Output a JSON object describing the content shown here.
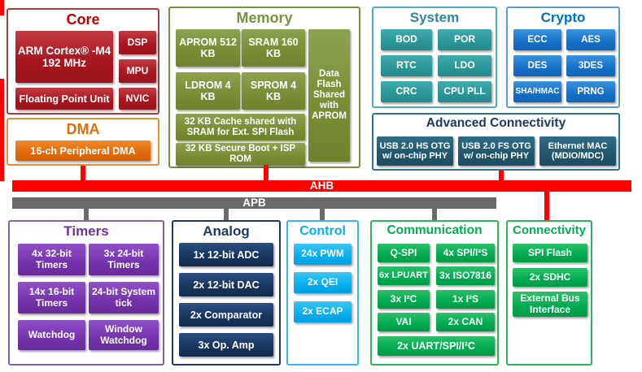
{
  "colors": {
    "core_accent": "#C00000",
    "core_box": "#A8171F",
    "dma_accent": "#E36C0A",
    "memory_accent": "#76923C",
    "memory_box": "#798E35",
    "system_accent": "#31849B",
    "system_box": "#2B9698",
    "crypto_accent": "#0070C0",
    "crypto_box": "#156FC8",
    "adv_conn_accent": "#1F3864",
    "adv_conn_box": "#21576D",
    "ahb_bus": "#FF0000",
    "apb_bus": "#6A6A6A",
    "timers_accent": "#7030A0",
    "timers_box": "#7533AB",
    "analog_accent": "#1F3864",
    "analog_box": "#17375E",
    "control_accent": "#00B0F0",
    "communication_accent": "#00B050",
    "connectivity_accent": "#00B050"
  },
  "core": {
    "title": "Core",
    "cpu": "ARM Cortex® -M4 192 MHz",
    "dsp": "DSP",
    "mpu": "MPU",
    "fpu": "Floating Point Unit",
    "nvic": "NVIC"
  },
  "dma": {
    "title": "DMA",
    "pdma": "16-ch Peripheral DMA"
  },
  "memory": {
    "title": "Memory",
    "aprom": "APROM 512 KB",
    "sram": "SRAM 160 KB",
    "ldrom": "LDROM 4 KB",
    "sprom": "SPROM 4 KB",
    "data_flash": "Data Flash Shared with APROM",
    "cache": "32 KB Cache shared with SRAM for Ext. SPI Flash",
    "secure_boot": "32 KB Secure Boot + ISP ROM"
  },
  "system": {
    "title": "System",
    "items": [
      "BOD",
      "POR",
      "RTC",
      "LDO",
      "CRC",
      "CPU PLL"
    ]
  },
  "crypto": {
    "title": "Crypto",
    "items": [
      "ECC",
      "AES",
      "DES",
      "3DES",
      "SHA/HMAC",
      "PRNG"
    ]
  },
  "adv_conn": {
    "title": "Advanced Connectivity",
    "items": [
      "USB 2.0 HS OTG w/ on-chip PHY",
      "USB 2.0 FS OTG w/ on-chip PHY",
      "Ethernet MAC (MDIO/MDC)"
    ]
  },
  "buses": {
    "ahb": "AHB",
    "apb": "APB"
  },
  "timers": {
    "title": "Timers",
    "items": [
      "4x 32-bit Timers",
      "3x 24-bit Timers",
      "14x 16-bit Timers",
      "24-bit System tick",
      "Watchdog",
      "Window Watchdog"
    ]
  },
  "analog": {
    "title": "Analog",
    "items": [
      "1x 12-bit ADC",
      "2x 12-bit DAC",
      "2x Comparator",
      "3x Op. Amp"
    ]
  },
  "control": {
    "title": "Control",
    "items": [
      "24x PWM",
      "2x QEI",
      "2x ECAP"
    ]
  },
  "communication": {
    "title": "Communication",
    "items": [
      "Q-SPI",
      "4x SPI/I²S",
      "6x LPUART",
      "3x ISO7816",
      "3x I²C",
      "1x I²S",
      "VAI",
      "2x CAN"
    ],
    "wide_item": "2x UART/SPI/I²C"
  },
  "connectivity": {
    "title": "Connectivity",
    "items": [
      "SPI Flash",
      "2x SDHC",
      "External Bus Interface"
    ]
  }
}
